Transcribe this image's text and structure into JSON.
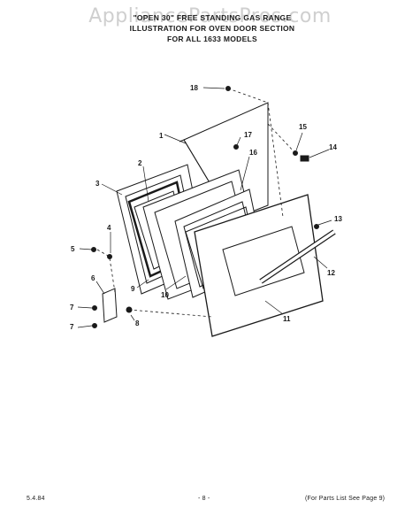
{
  "watermark": "AppliancePartsPros.com",
  "title": {
    "line1": "\"OPEN 30\" FREE STANDING GAS RANGE",
    "line2": "ILLUSTRATION FOR OVEN DOOR SECTION",
    "line3": "FOR ALL 1633 MODELS"
  },
  "callouts": {
    "c1": "1",
    "c2": "2",
    "c3": "3",
    "c4": "4",
    "c5": "5",
    "c6": "6",
    "c7a": "7",
    "c7b": "7",
    "c8": "8",
    "c9": "9",
    "c10": "10",
    "c11": "11",
    "c12": "12",
    "c13": "13",
    "c14": "14",
    "c15": "15",
    "c16": "16",
    "c17": "17",
    "c18": "18"
  },
  "footer": {
    "left": "5.4.84",
    "center": "- 8 -",
    "right": "(For Parts List See Page 9)"
  }
}
